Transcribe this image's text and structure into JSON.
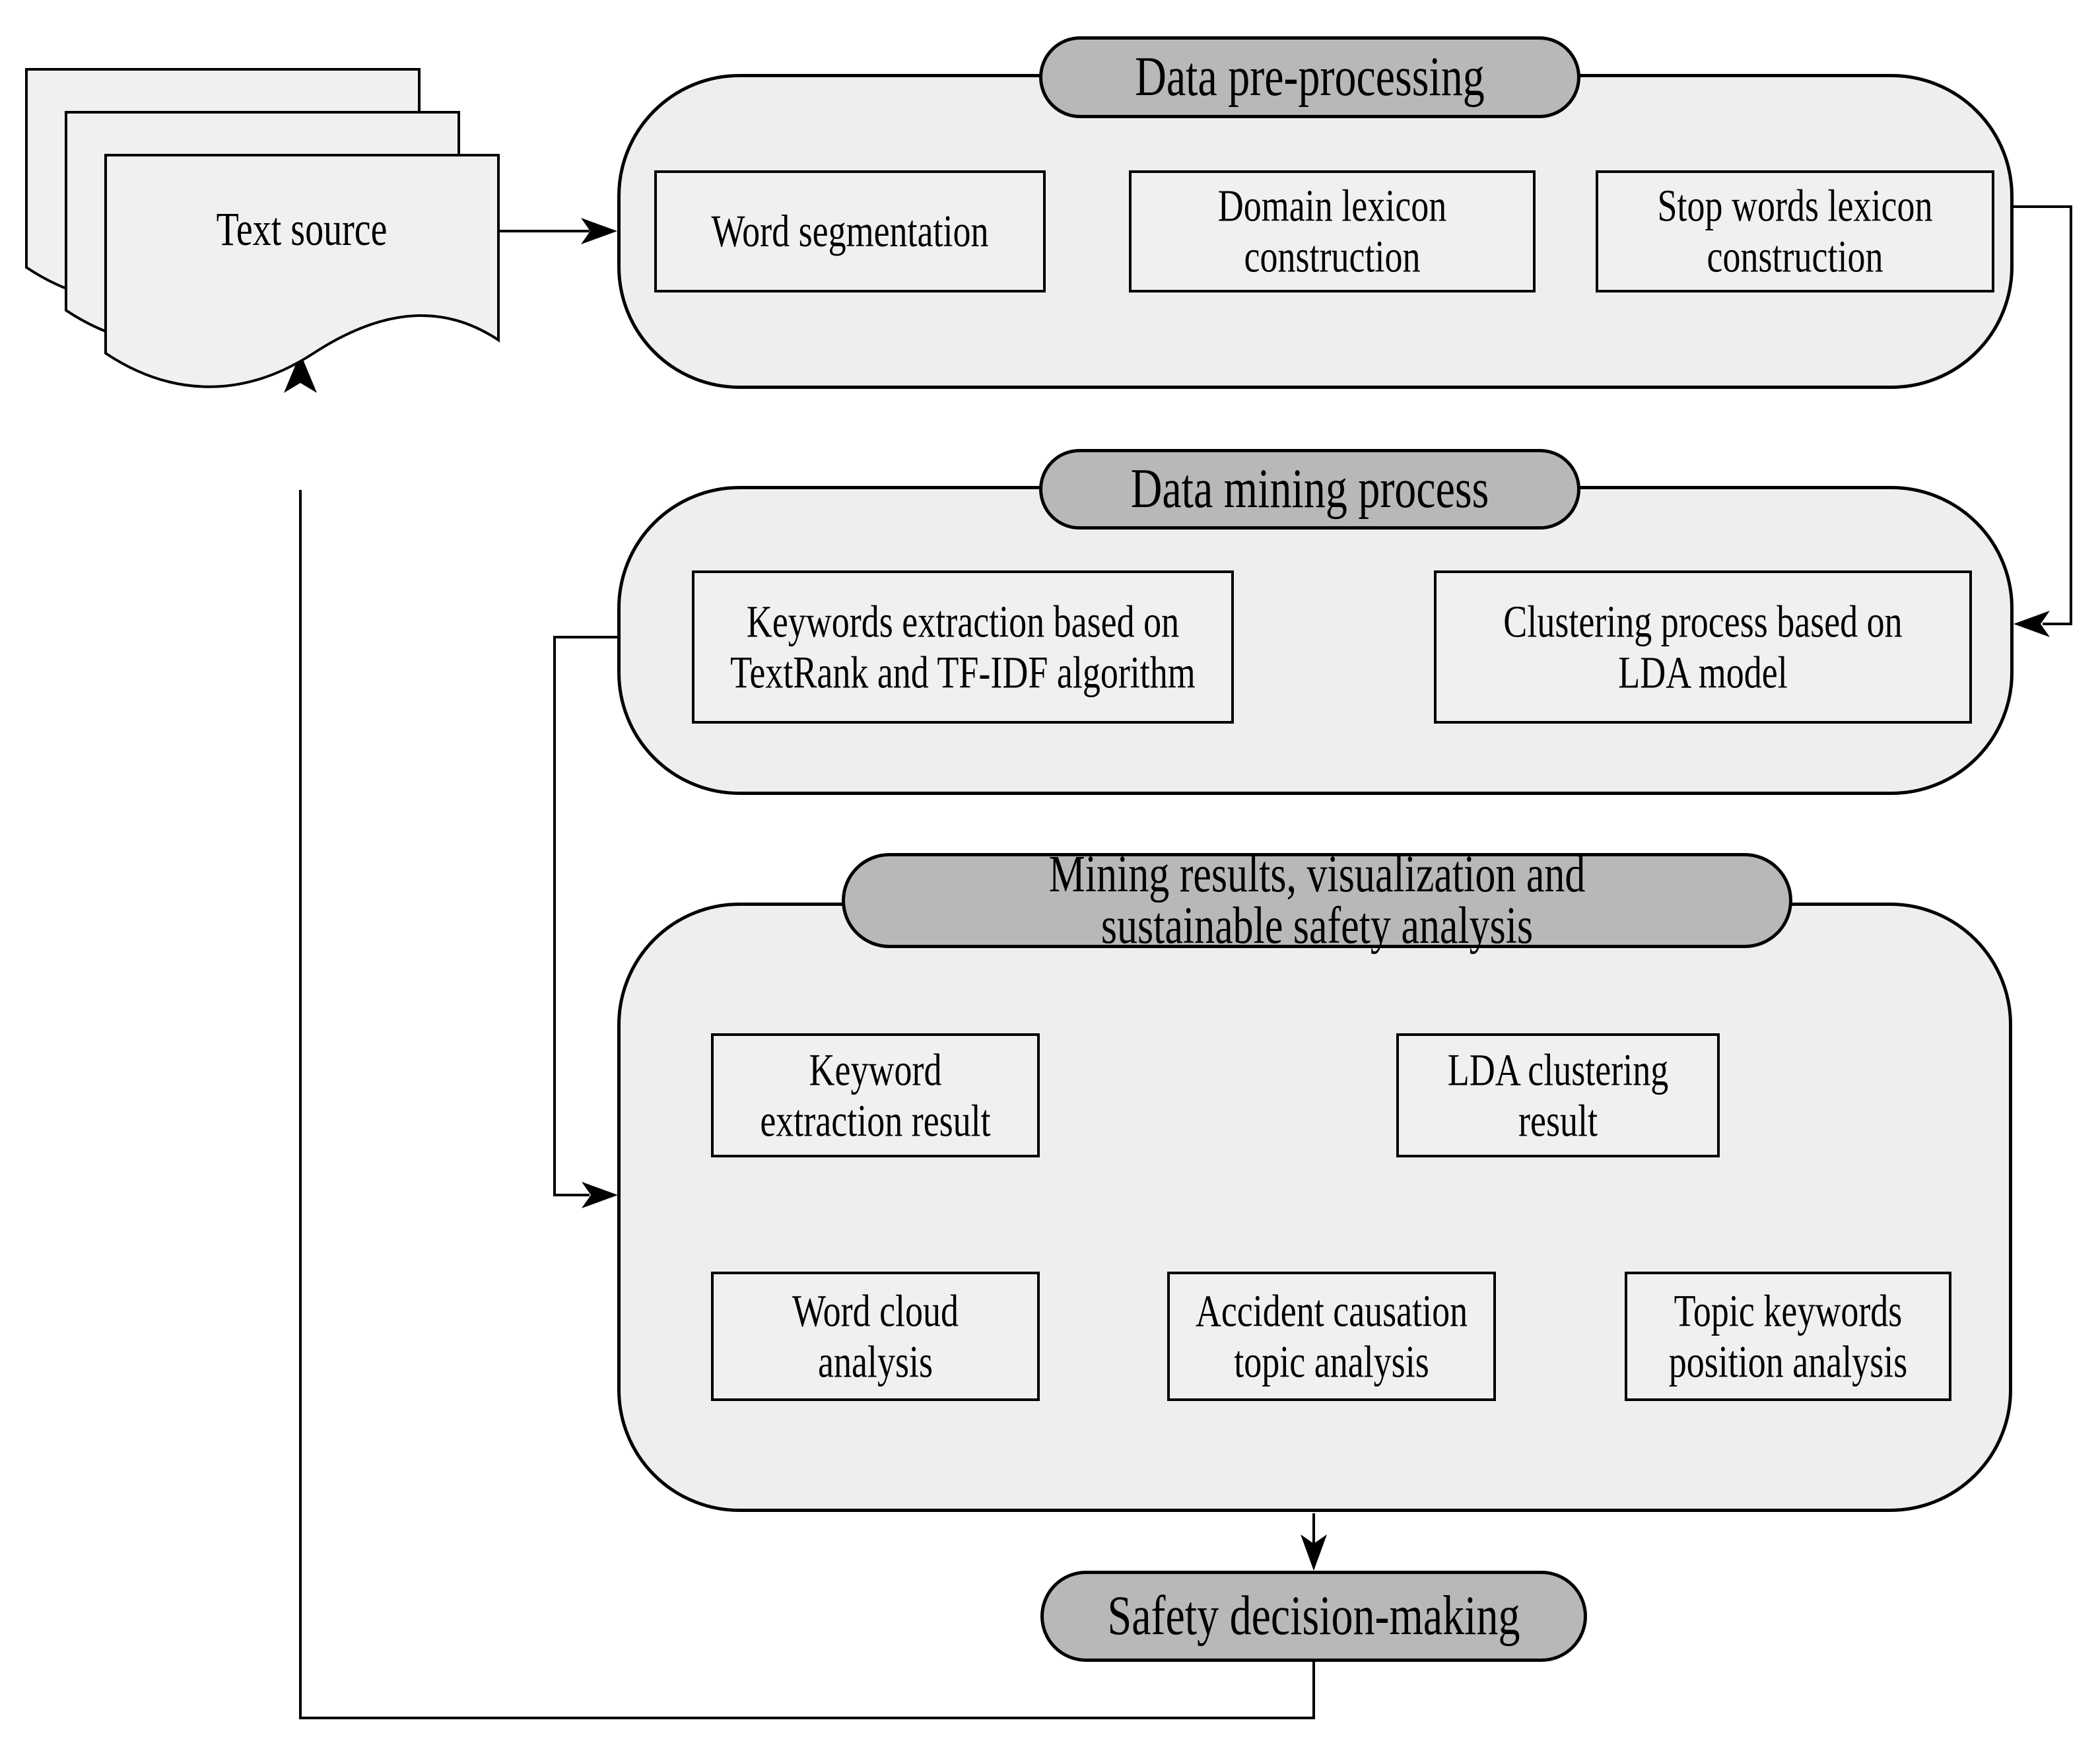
{
  "colors": {
    "canvas_bg": "#ffffff",
    "container_fill": "#eeeeee",
    "box_fill": "#f0f0f0",
    "pill_fill": "#b8b8b8",
    "stroke": "#000000"
  },
  "text_source": {
    "label": [
      "Text source"
    ]
  },
  "sections": [
    {
      "title": [
        "Data pre-processing"
      ],
      "boxes": [
        [
          "Word segmentation"
        ],
        [
          "Domain lexicon",
          "construction"
        ],
        [
          "Stop words lexicon",
          "construction"
        ]
      ]
    },
    {
      "title": [
        "Data mining process"
      ],
      "boxes": [
        [
          "Keywords extraction based on",
          "TextRank and TF-IDF algorithm"
        ],
        [
          "Clustering process based on",
          "LDA model"
        ]
      ]
    },
    {
      "title": [
        "Mining results, visualization and",
        "sustainable safety analysis"
      ],
      "boxes": [
        [
          "Keyword",
          "extraction result"
        ],
        [
          "LDA clustering",
          "result"
        ],
        [
          "Word cloud",
          "analysis"
        ],
        [
          "Accident causation",
          "topic analysis"
        ],
        [
          "Topic keywords",
          "position analysis"
        ]
      ]
    }
  ],
  "terminal": {
    "label": [
      "Safety decision-making"
    ]
  }
}
